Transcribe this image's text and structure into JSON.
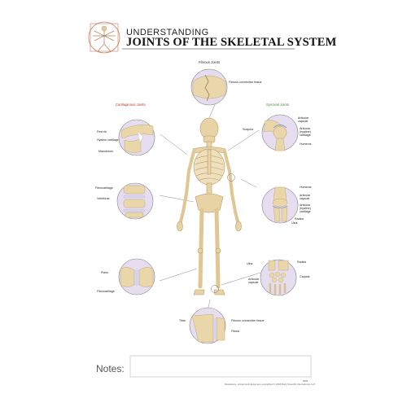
{
  "header": {
    "kicker": "UNDERSTANDING",
    "title": "JOINTS OF THE SKELETAL SYSTEM"
  },
  "sections": {
    "fibrous": "Fibrous Joints",
    "cartilaginous": "Cartilaginous Joints",
    "synovial": "Synovial Joints"
  },
  "labels": {
    "fibrous_connective_tissue_top": "Fibrous connective tissue",
    "first_rib": "First rib",
    "hyaline_cartilage": "Hyaline cartilage",
    "manubrium": "Manubrium",
    "fibrocartilage": "Fibrocartilage",
    "vertebrae": "Vertebrae",
    "pubis": "Pubis",
    "fibrocartilage_pubic": "Fibrocartilage",
    "scapula": "Scapula",
    "articular_capsule": "Articular capsule",
    "articular_hyaline_cartilage": "Articular (hyaline) cartilage",
    "humerus": "Humerus",
    "humerus_elbow": "Humerus",
    "articular_capsule_elbow": "Articular capsule",
    "articular_hyaline_cartilage_elbow": "Articular (hyaline) cartilage",
    "radius_elbow": "Radius",
    "ulna_elbow": "Ulna",
    "ulna_wrist": "Ulna",
    "radius_wrist": "Radius",
    "carpals": "Carpals",
    "articular_capsule_wrist": "Articular capsule",
    "tibia": "Tibia",
    "fibrous_connective_tissue_bottom": "Fibrous connective tissue",
    "fibula": "Fibula"
  },
  "notes_label": "Notes:",
  "fine_print": {
    "code": "9999",
    "copyright": "Illustrations, content and design are copyrighted © 2016 Body Scientific International, LLC"
  },
  "colors": {
    "bone": "#e8d3a5",
    "bone_stroke": "#b89a66",
    "cartilage": "#d9d4ee",
    "circle_stroke": "#8a8a8a",
    "cartilaginous_heading": "#c0392b",
    "synovial_heading": "#4f8a3a"
  }
}
